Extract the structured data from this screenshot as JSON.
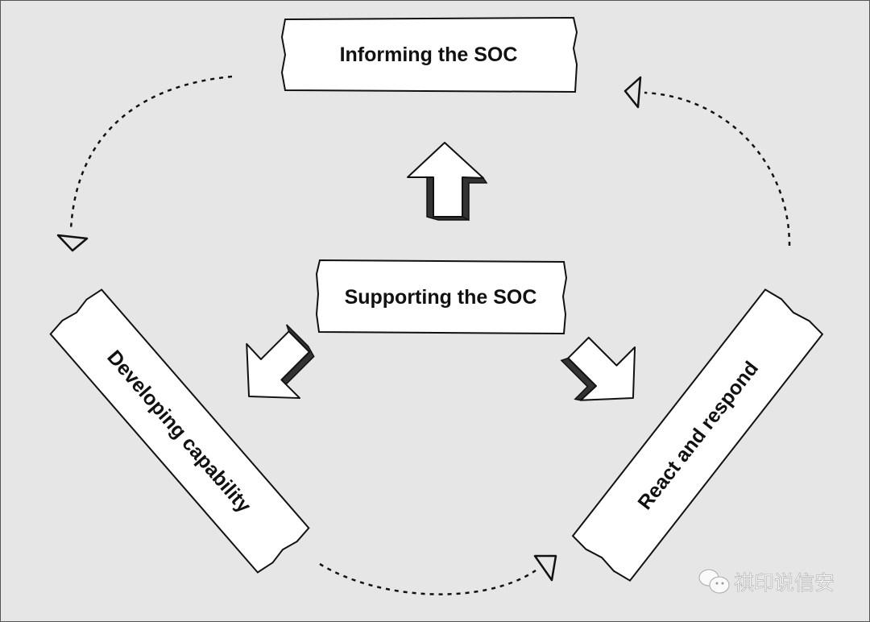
{
  "diagram": {
    "nodes": {
      "informing": "Informing the SOC",
      "supporting": "Supporting the SOC",
      "developing": "Developing capability",
      "react": "React and respond"
    },
    "watermark": "祺印说信安",
    "colors": {
      "background": "#e6e6e6",
      "box": "#ffffff",
      "ink": "#111111"
    }
  }
}
